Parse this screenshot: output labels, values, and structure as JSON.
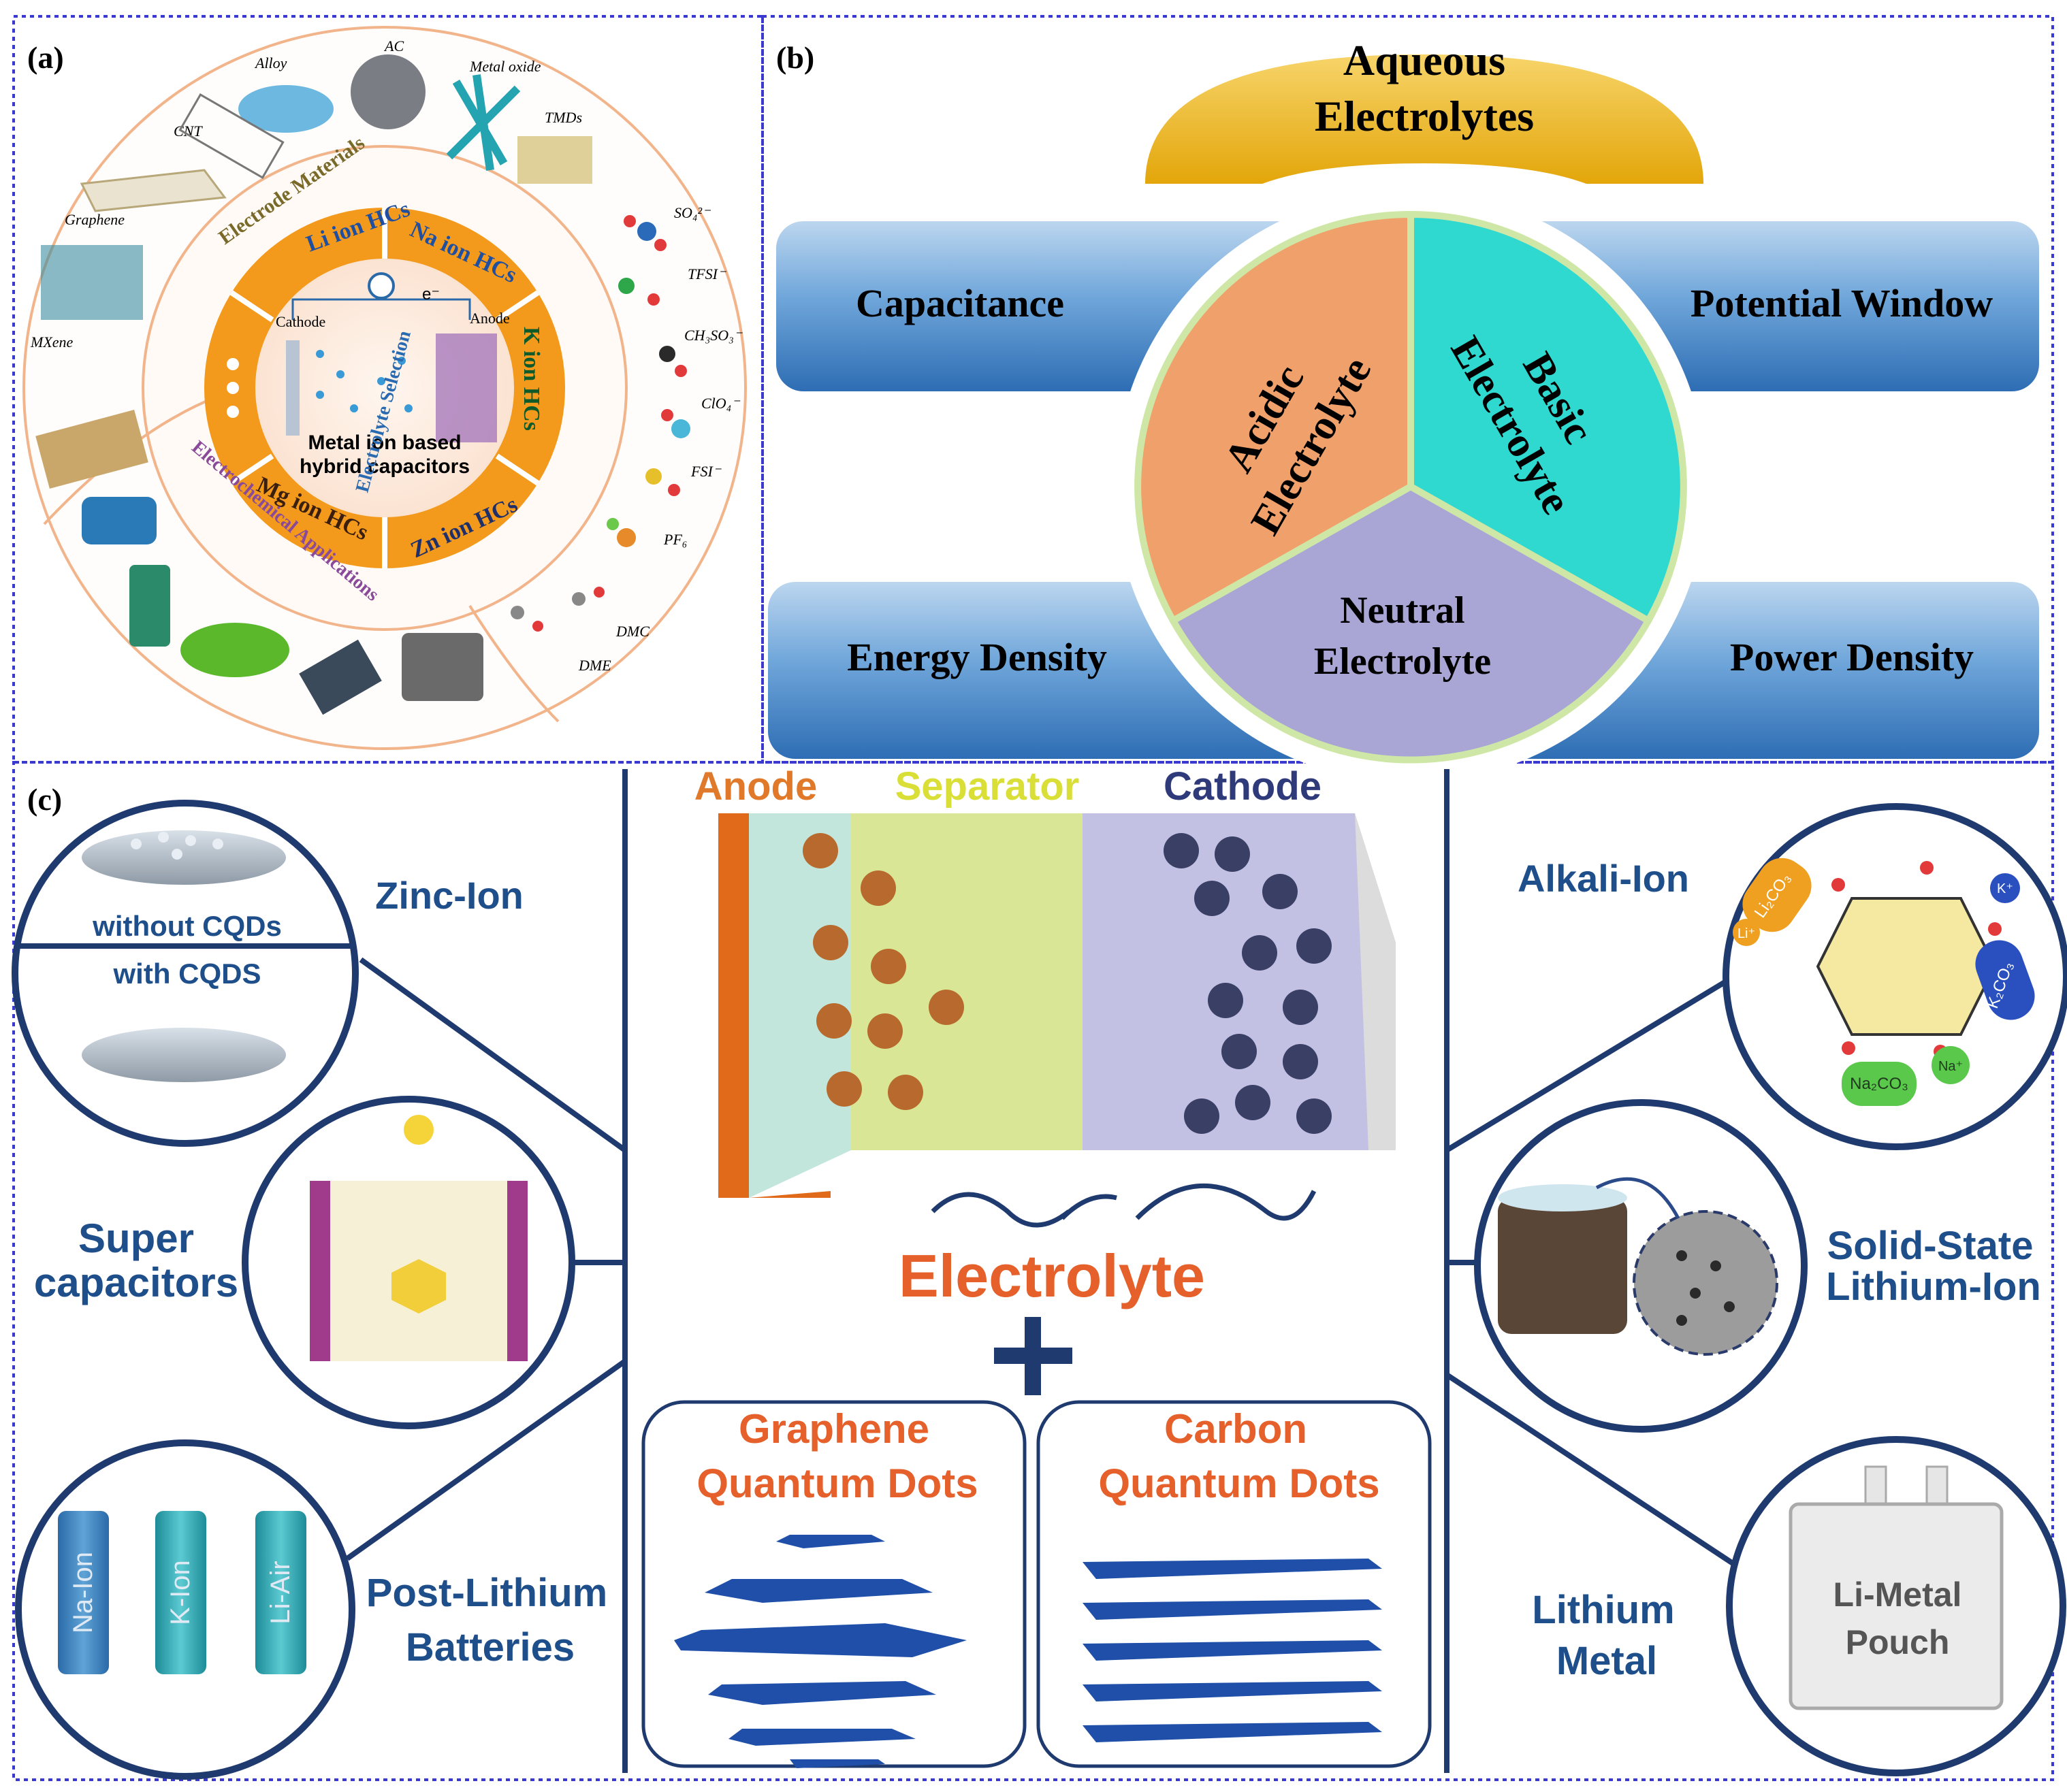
{
  "panel_a": {
    "label": "(a)",
    "center_text_1": "Metal ion based",
    "center_text_2": "hybrid capacitors",
    "cathode": "Cathode",
    "anode": "Anode",
    "electron": "e⁻",
    "ring_items": [
      "Li ion HCs",
      "Na ion HCs",
      "K ion HCs",
      "Zn ion HCs",
      "Mg ion HCs"
    ],
    "ring_labels": {
      "electrode": "Electrode Materials",
      "electrolyte": "Electrolyte Selection",
      "applications": "Electrochemical Applications"
    },
    "materials": [
      "Alloy",
      "AC",
      "Metal oxide",
      "CNT",
      "TMDs",
      "Graphene",
      "MXene"
    ],
    "electrolytes": [
      "SO₄²⁻",
      "TFSI⁻",
      "CH₃SO₃⁻",
      "ClO₄⁻",
      "FSI⁻",
      "PF₆",
      "DMC",
      "DME"
    ]
  },
  "panel_b": {
    "label": "(b)",
    "title_1": "Aqueous",
    "title_2": "Electrolytes",
    "capacitance": "Capacitance",
    "potential_window": "Potential Window",
    "energy_density": "Energy Density",
    "power_density": "Power Density",
    "acidic_1": "Acidic",
    "acidic_2": "Electrolyte",
    "basic_1": "Basic",
    "basic_2": "Electrolyte",
    "neutral_1": "Neutral",
    "neutral_2": "Electrolyte"
  },
  "panel_c": {
    "label": "(c)",
    "anode": "Anode",
    "separator": "Separator",
    "cathode": "Cathode",
    "electrolyte": "Electrolyte",
    "plus": "+",
    "gqd_1": "Graphene",
    "gqd_2": "Quantum Dots",
    "cqd_1": "Carbon",
    "cqd_2": "Quantum Dots",
    "zinc_ion": "Zinc-Ion",
    "without_cqds": "without CQDs",
    "with_cqds": "with CQDS",
    "super_1": "Super",
    "super_2": "capacitors",
    "post_1": "Post-Lithium",
    "post_2": "Batteries",
    "cells": [
      "Na-Ion",
      "K-Ion",
      "Li-Air"
    ],
    "alkali_ion": "Alkali-Ion",
    "solid_1": "Solid-State",
    "solid_2": "Lithium-Ion",
    "lithium_1": "Lithium",
    "lithium_2": "Metal",
    "pouch_1": "Li-Metal",
    "pouch_2": "Pouch",
    "salts": [
      "Li₂CO₃",
      "Li⁺",
      "K⁺",
      "K₂CO₃",
      "Na₂CO₃",
      "Na⁺"
    ]
  },
  "colors": {
    "orange_ring": "#f39a1c",
    "acidic": "#f0a06a",
    "basic": "#2fd9d0",
    "neutral": "#a9a6d6",
    "bar_blue": "#5b9bd5",
    "navy": "#1f3a6e",
    "orange_text": "#e5602a"
  }
}
